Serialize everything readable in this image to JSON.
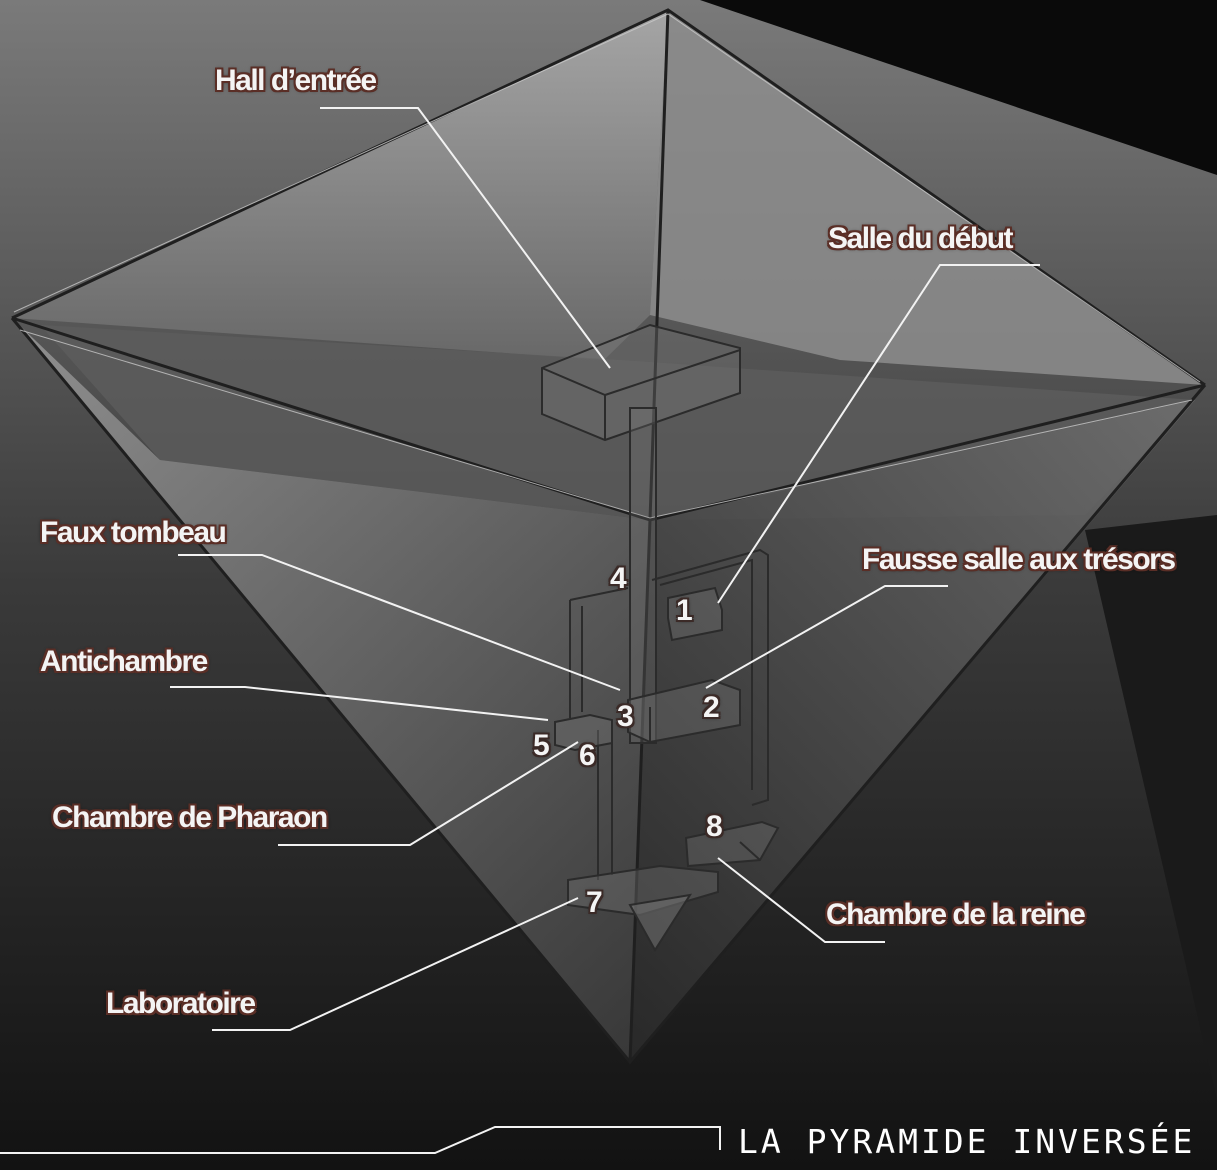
{
  "title": "LA PYRAMIDE INVERSÉE",
  "labels": {
    "hall_entree": "Hall d’entrée",
    "salle_debut": "Salle du début",
    "faux_tombeau": "Faux tombeau",
    "fausse_salle_tresors": "Fausse salle aux trésors",
    "antichambre": "Antichambre",
    "chambre_pharaon": "Chambre de Pharaon",
    "chambre_reine": "Chambre de la reine",
    "laboratoire": "Laboratoire"
  },
  "numbers": [
    "1",
    "2",
    "3",
    "4",
    "5",
    "6",
    "7",
    "8"
  ]
}
